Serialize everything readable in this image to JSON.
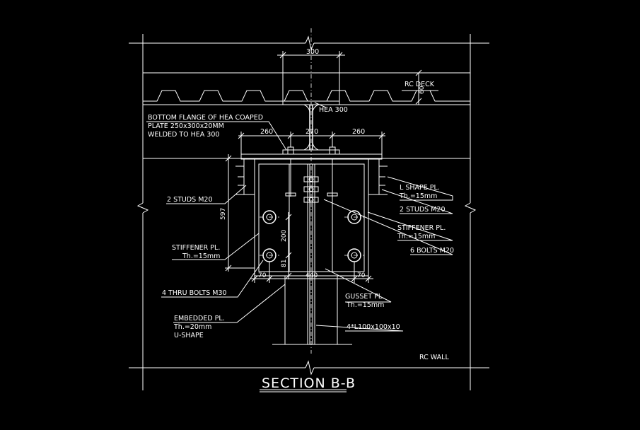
{
  "title": "SECTION B-B",
  "labels": {
    "dim_top_300": "300",
    "rc_deck": "RC DECK",
    "dim_deck": "60",
    "hea": "HEA 300",
    "bottom_flange_1": "BOTTOM FLANGE OF HEA COAPED",
    "bottom_flange_2": "PLATE 250x300x20MM",
    "bottom_flange_3": "WELDED TO HEA 300",
    "dim_260_left": "260",
    "dim_270": "270",
    "dim_260_right": "260",
    "studs_left": "2 STUDS M20",
    "dim_597": "597",
    "stiffener_left_1": "STIFFENER PL.",
    "stiffener_left_2": "Th.=15mm",
    "dim_200": "200",
    "dim_81": "81",
    "dim_70_left": "70",
    "dim_440": "440",
    "dim_70_right": "70",
    "thru_bolts": "4 THRU BOLTS M30",
    "embedded_1": "EMBEDDED PL.",
    "embedded_2": "Th.=20mm",
    "embedded_3": "U-SHAPE",
    "l_shape_1": "L SHAPE PL.",
    "l_shape_2": "Th.=15mm",
    "studs_right": "2 STUDS M20",
    "stiffener_right_1": "STIFFENER PL.",
    "stiffener_right_2": "Th.=15mm",
    "bolts_6": "6 BOLTS M20",
    "gusset_1": "GUSSET PL.",
    "gusset_2": "Th.=15mm",
    "angles": "4*L100x100x10",
    "rc_wall": "RC WALL"
  }
}
